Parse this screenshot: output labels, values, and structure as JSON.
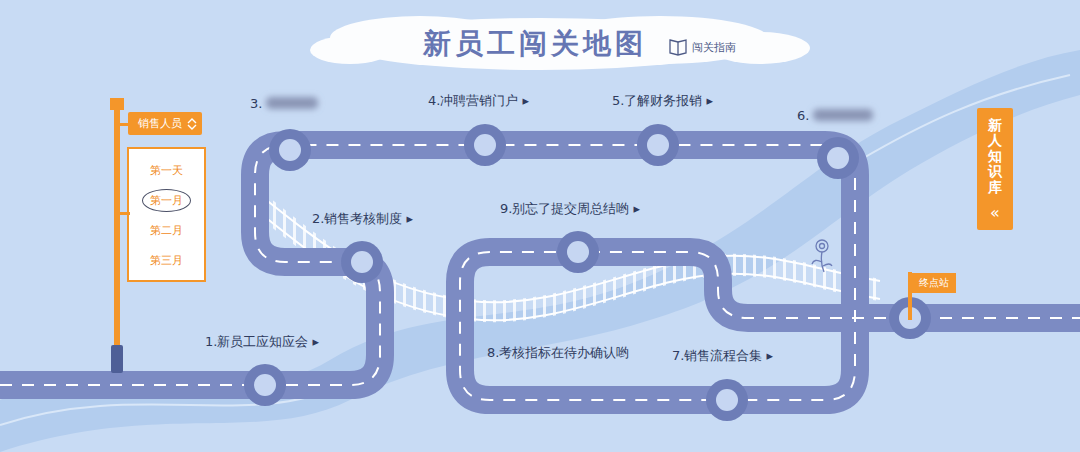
{
  "diagram": {
    "title": "新员工闯关地图",
    "nodes": [
      {
        "text": [
          "销售人员"
        ]
      },
      {
        "text": [
          "第一月"
        ]
      },
      {
        "text": [
          "新人知识库",
          "«"
        ]
      },
      {
        "text": [
          "1.新员工应知应会 ▸"
        ]
      },
      {
        "text": [
          "2.销售考核制度 ▸"
        ]
      },
      {
        "text": [
          "3."
        ]
      },
      {
        "text": [
          "4.冲聘营销门户 ▸"
        ]
      },
      {
        "text": [
          "5.了解财务报销 ▸"
        ]
      },
      {
        "text": [
          "6."
        ]
      },
      {
        "text": [
          "7.销售流程合集 ▸"
        ]
      },
      {
        "text": [
          "9.别忘了提交周总结哟 ▸"
        ]
      },
      {
        "text": [
          "终点站"
        ]
      }
    ],
    "labels": [
      "闯关指南",
      "第一天",
      "第二月",
      "第三月",
      "8.考核指标在待办确认哟"
    ]
  }
}
